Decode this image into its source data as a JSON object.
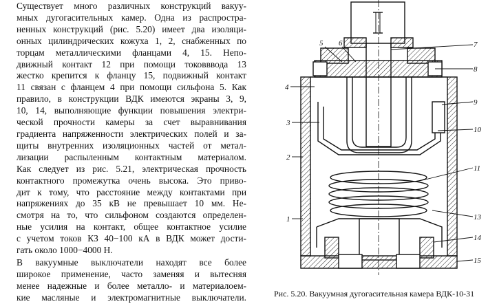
{
  "text": {
    "paragraph1_lines": [
      "Существует много различных конструкций вакуу-",
      "мных дугогасительных камер. Одна из распростра-",
      "ненных конструкций (рис. 5.20) имеет два изоляци-",
      "онных цилиндрических кожуха 1, 2, снабженных по",
      "торцам металлическими фланцами 4, 15. Непо-",
      "движный контакт 12 при помощи токовввода 13",
      "жестко крепится к фланцу 15, подвижный контакт",
      "11 связан с фланцем 4 при помощи сильфона 5. Как",
      "правило, в конструкции ВДК имеются экраны 3, 9,",
      "10, 14, выполняющие функции повышения электри-",
      "ческой прочности камеры за счет выравнивания",
      "градиента напряженности электрических полей и за-",
      "щиты внутренних изоляционных частей от метал-",
      "лизации распыленным контактным материалом.",
      "Как следует из рис. 5.21, электрическая прочность",
      "контактного промежутка очень высока. Это приво-",
      "дит к тому, что расстояние между контактами при",
      "напряжениях до 35 кВ не превышает 10 мм. Не-",
      "смотря на то, что сильфоном создаются определен-",
      "ные усилия на контакт, общее контактное усилие",
      "с учетом токов КЗ 40−100 кА в ВДК может дости-",
      "гать около 1000−4000 Н."
    ],
    "paragraph2_lines": [
      "В вакуумные выключатели находят все более",
      "широкое применение, часто заменяя и вытесняя",
      "менее надежные и более металло- и материалоем-",
      "кие масляные и электромагнитные выключатели."
    ]
  },
  "figure": {
    "caption": "Рис. 5.20. Вакуумная дугогасительная камера ВДК-10-31",
    "labels": [
      "1",
      "2",
      "3",
      "4",
      "5",
      "6",
      "7",
      "8",
      "9",
      "10",
      "11",
      "13",
      "14",
      "15"
    ]
  }
}
